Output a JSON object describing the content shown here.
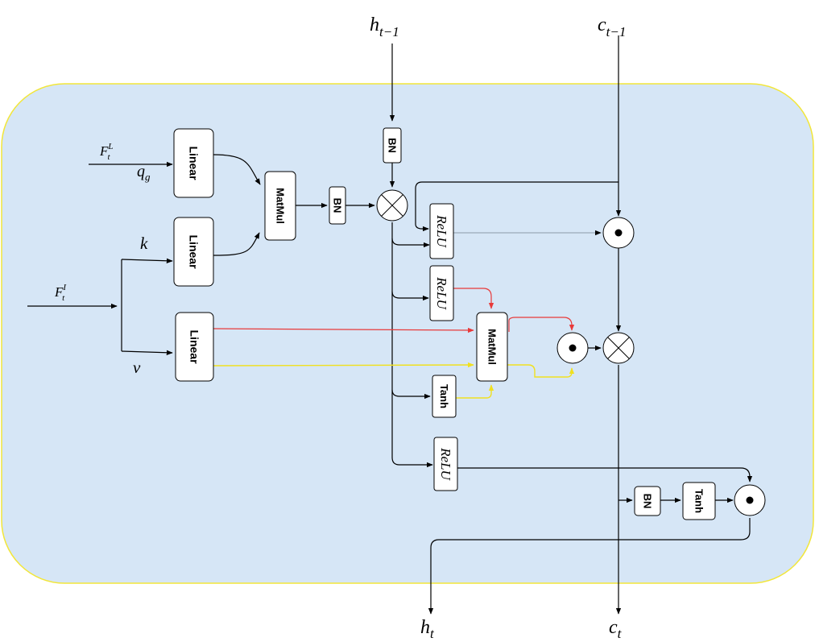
{
  "labels": {
    "h_prev_base": "h",
    "h_prev_sub": "t−1",
    "c_prev_base": "c",
    "c_prev_sub": "t−1",
    "h_out_base": "h",
    "h_out_sub": "t",
    "c_out_base": "c",
    "c_out_sub": "t",
    "f_l_base": "F",
    "f_l_sub": "t",
    "f_l_sup": "L",
    "f_i_base": "F",
    "f_i_sub": "t",
    "f_i_sup": "I",
    "q_base": "q",
    "q_sub": "g",
    "k": "k",
    "v": "v"
  },
  "blocks": {
    "linear": "Linear",
    "matmul": "MatMul",
    "bn": "BN",
    "relu": "ReLU",
    "tanh": "Tanh"
  },
  "colors": {
    "panel_fill": "#d6e6f6",
    "panel_stroke": "#f2e63a",
    "red_path": "#e83a3a",
    "yellow_path": "#f0e020"
  }
}
